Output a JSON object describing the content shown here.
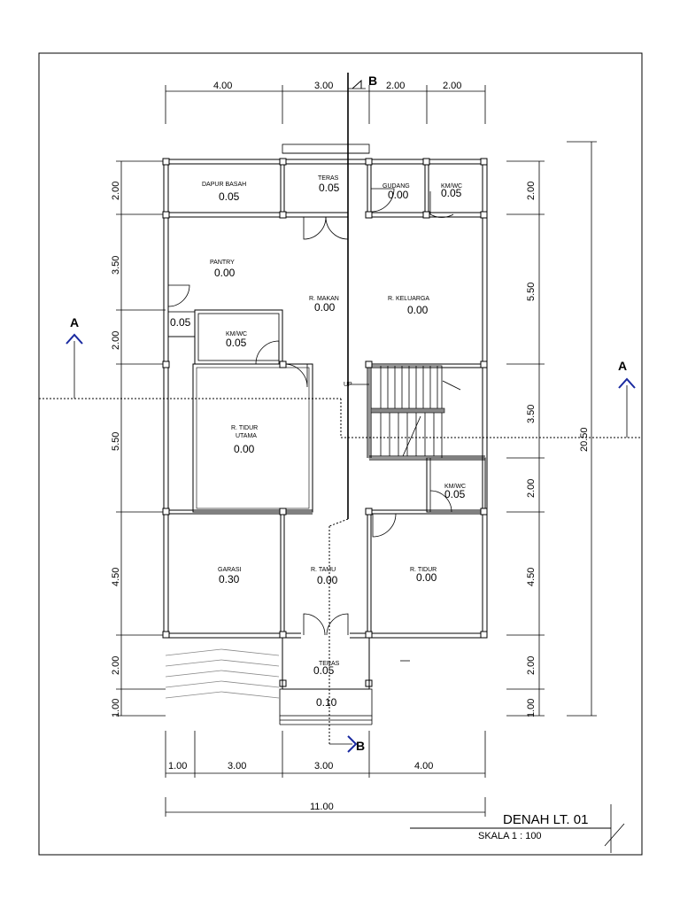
{
  "title": {
    "drawing_title": "DENAH LT. 01",
    "scale": "SKALA 1  :  100"
  },
  "section_marks": {
    "a_left": "A",
    "a_right": "A",
    "b_top": "B",
    "b_bottom": "B"
  },
  "dimensions": {
    "top": [
      "4.00",
      "3.00",
      "2.00",
      "2.00"
    ],
    "bottom": [
      "1.00",
      "3.00",
      "3.00",
      "4.00"
    ],
    "bottom_total": "11.00",
    "left": [
      "2.00",
      "3.50",
      "2.00",
      "5.50",
      "4.50",
      "2.00",
      "1.00"
    ],
    "right": [
      "2.00",
      "5.50",
      "3.50",
      "2.00",
      "4.50",
      "2.00",
      "1.00"
    ],
    "right_total": "20.50"
  },
  "rooms": {
    "dapur_basah": {
      "name": "DAPUR BASAH",
      "level": "0.05"
    },
    "teras_top": {
      "name": "TERAS",
      "level": "0.05"
    },
    "gudang": {
      "name": "GUDANG",
      "level": "0.00"
    },
    "kmwc_top": {
      "name": "KM/WC",
      "level": "0.05"
    },
    "pantry": {
      "name": "PANTRY",
      "level": "0.00"
    },
    "r_makan": {
      "name": "R. MAKAN",
      "level": "0.00"
    },
    "r_keluarga": {
      "name": "R. KELUARGA",
      "level": "0.00"
    },
    "step_level": {
      "level": "0.05"
    },
    "kmwc_mid": {
      "name": "KM/WC",
      "level": "0.05"
    },
    "r_tidur_utama": {
      "name_1": "R. TIDUR",
      "name_2": "UTAMA",
      "level": "0.00"
    },
    "kmwc_right": {
      "name": "KM/WC",
      "level": "0.05"
    },
    "garasi": {
      "name": "GARASI",
      "level": "0.30"
    },
    "r_tamu": {
      "name": "R. TAMU",
      "level": "0.00"
    },
    "r_tidur": {
      "name": "R. TIDUR",
      "level": "0.00"
    },
    "teras_bottom": {
      "name": "TERAS",
      "level": "0.05"
    },
    "step_bottom": {
      "level": "0.10"
    }
  },
  "stair_label": "UP"
}
